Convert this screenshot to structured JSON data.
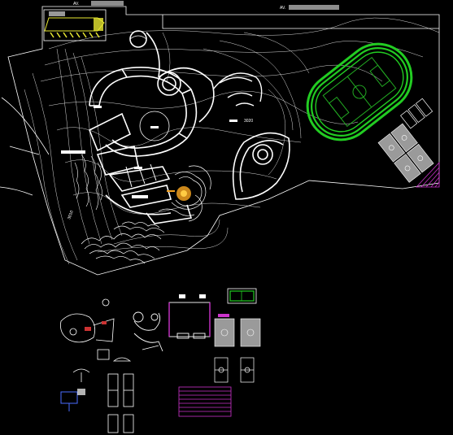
{
  "drawing": {
    "street_label_left": "AV.",
    "street_label_right": "AV.",
    "contour_label_1": "3010",
    "contour_label_2": "3020"
  },
  "colors": {
    "background": "#000000",
    "linework": "#ffffff",
    "track": "#22cc22",
    "field": "#22aa22",
    "accent_yellow": "#e8e832",
    "accent_magenta": "#cc33cc",
    "accent_orange": "#f0a020",
    "gray_courts": "#9a9a9a"
  }
}
